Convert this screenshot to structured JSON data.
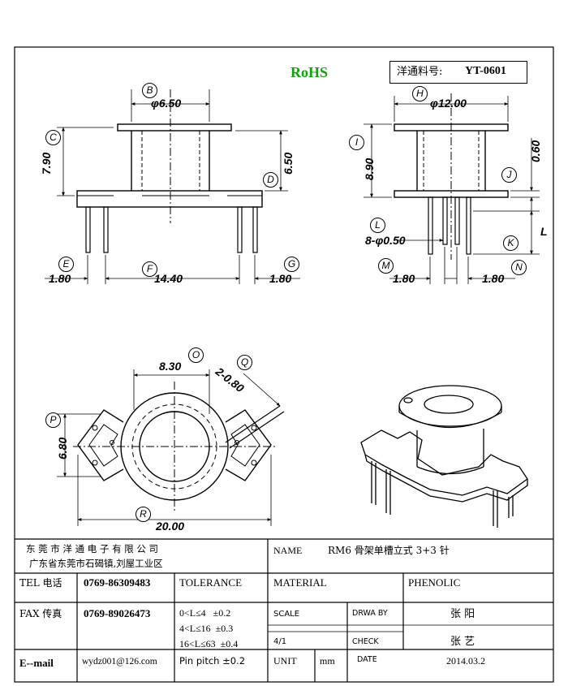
{
  "header": {
    "rohs": "RoHS",
    "part_label": "洋通料号:",
    "part_no": "YT-0601"
  },
  "dimensions": {
    "B": "φ6.50",
    "C": "7.90",
    "D": "6.50",
    "E": "1.80",
    "F": "14.40",
    "G": "1.80",
    "H": "φ12.00",
    "I": "8.90",
    "J": "0.60",
    "K_L": "L",
    "L": "8-φ0.50",
    "M": "1.80",
    "N": "1.80",
    "O": "8.30",
    "P": "6.80",
    "Q": "2-0.80",
    "R": "20.00"
  },
  "callouts": [
    "B",
    "C",
    "D",
    "E",
    "F",
    "G",
    "H",
    "I",
    "J",
    "K",
    "L",
    "M",
    "N",
    "O",
    "P",
    "Q",
    "R"
  ],
  "title_block": {
    "company": "东 莞 市 洋 通 电 子 有 限 公 司",
    "address": "广东省东莞市石碣镇,刘屋工业区",
    "name_label": "NAME",
    "name_value": "RM6 骨架单槽立式 3+3 针",
    "tel_label": "TEL 电话",
    "tel_value": "0769-86309483",
    "tolerance_label": "TOLERANCE",
    "material_label": "MATERIAL",
    "material_value": "PHENOLIC",
    "fax_label": "FAX 传真",
    "fax_value": "0769-89026473",
    "tol_1": "0<L≤4   ±0.2",
    "tol_2": "4<L≤16  ±0.3",
    "tol_3": "16<L≤63  ±0.4",
    "tol_4": "Pin pitch ±0.2",
    "scale_label": "SCALE",
    "scale_value": "4/1",
    "drawby_label": "DRWA BY",
    "drawby_value": "张 阳",
    "check_label": "CHECK",
    "check_value": "张 艺",
    "email_label": "E--mail",
    "email_value": "wydz001@126.com",
    "unit_label": "UNIT",
    "unit_value": "mm",
    "date_label": "DATE",
    "date_value": "2014.03.2"
  }
}
